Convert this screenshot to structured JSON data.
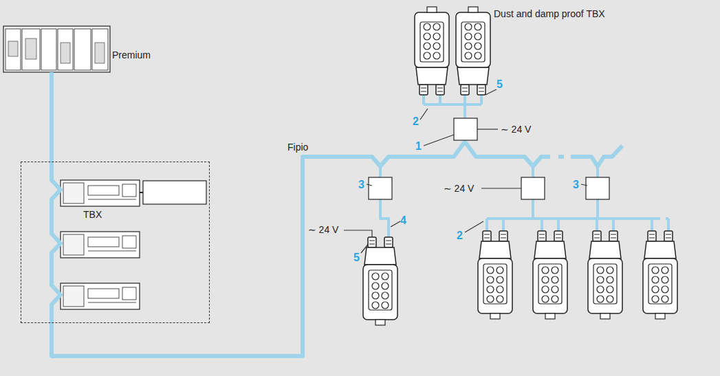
{
  "diagram": {
    "nodes": [
      {
        "text": [
          "Premium"
        ]
      },
      {
        "text": [
          "TBX"
        ]
      }
    ],
    "edges": [
      {
        "from": 0,
        "to": 1,
        "arrow": "none"
      }
    ],
    "labels": [
      "Dust and damp proof TBX",
      "5",
      "2",
      "1",
      "∼ 24 V",
      "Fipio",
      "3",
      "∼ 24 V",
      "3",
      "∼ 24 V",
      "4",
      "5",
      "2"
    ]
  }
}
